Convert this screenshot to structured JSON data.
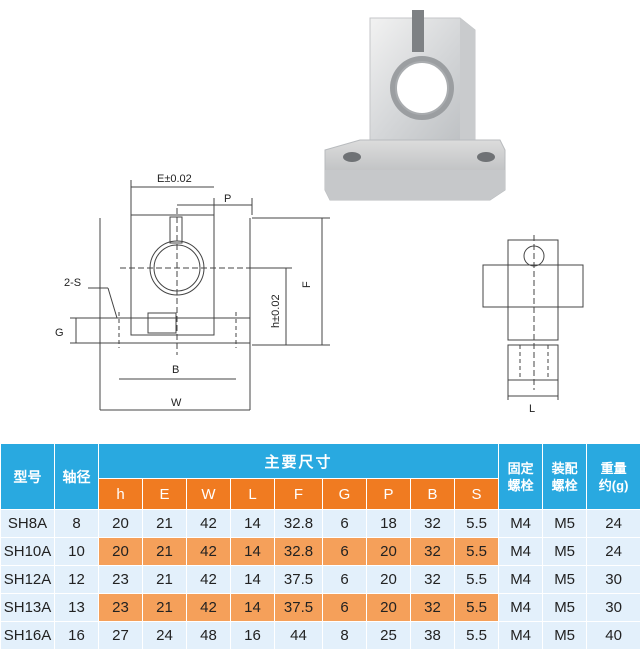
{
  "drawing_labels": {
    "e_dim": "E±0.02",
    "p_dim": "P",
    "s_dim": "2-S",
    "g_dim": "G",
    "h_dim": "h±0.02",
    "f_dim": "F",
    "b_dim": "B",
    "w_dim": "W",
    "l_dim": "L"
  },
  "table": {
    "headers": {
      "model": "型号",
      "shaft": "轴径",
      "main": "主要尺寸",
      "fix_bolt_1": "固定",
      "fix_bolt_2": "螺栓",
      "asm_bolt_1": "装配",
      "asm_bolt_2": "螺栓",
      "weight_1": "重量",
      "weight_2": "约(g)"
    },
    "sub_headers": [
      "h",
      "E",
      "W",
      "L",
      "F",
      "G",
      "P",
      "B",
      "S"
    ],
    "rows": [
      [
        "SH8A",
        "8",
        "20",
        "21",
        "42",
        "14",
        "32.8",
        "6",
        "18",
        "32",
        "5.5",
        "M4",
        "M5",
        "24"
      ],
      [
        "SH10A",
        "10",
        "20",
        "21",
        "42",
        "14",
        "32.8",
        "6",
        "20",
        "32",
        "5.5",
        "M4",
        "M5",
        "24"
      ],
      [
        "SH12A",
        "12",
        "23",
        "21",
        "42",
        "14",
        "37.5",
        "6",
        "20",
        "32",
        "5.5",
        "M4",
        "M5",
        "30"
      ],
      [
        "SH13A",
        "13",
        "23",
        "21",
        "42",
        "14",
        "37.5",
        "6",
        "20",
        "32",
        "5.5",
        "M4",
        "M5",
        "30"
      ],
      [
        "SH16A",
        "16",
        "27",
        "24",
        "48",
        "16",
        "44",
        "8",
        "25",
        "38",
        "5.5",
        "M4",
        "M5",
        "40"
      ]
    ]
  },
  "colors": {
    "header_blue": "#29a9e0",
    "sub_orange": "#f07b21",
    "cell_light": "#e3f0fb",
    "cell_orange": "#f5a05a"
  }
}
